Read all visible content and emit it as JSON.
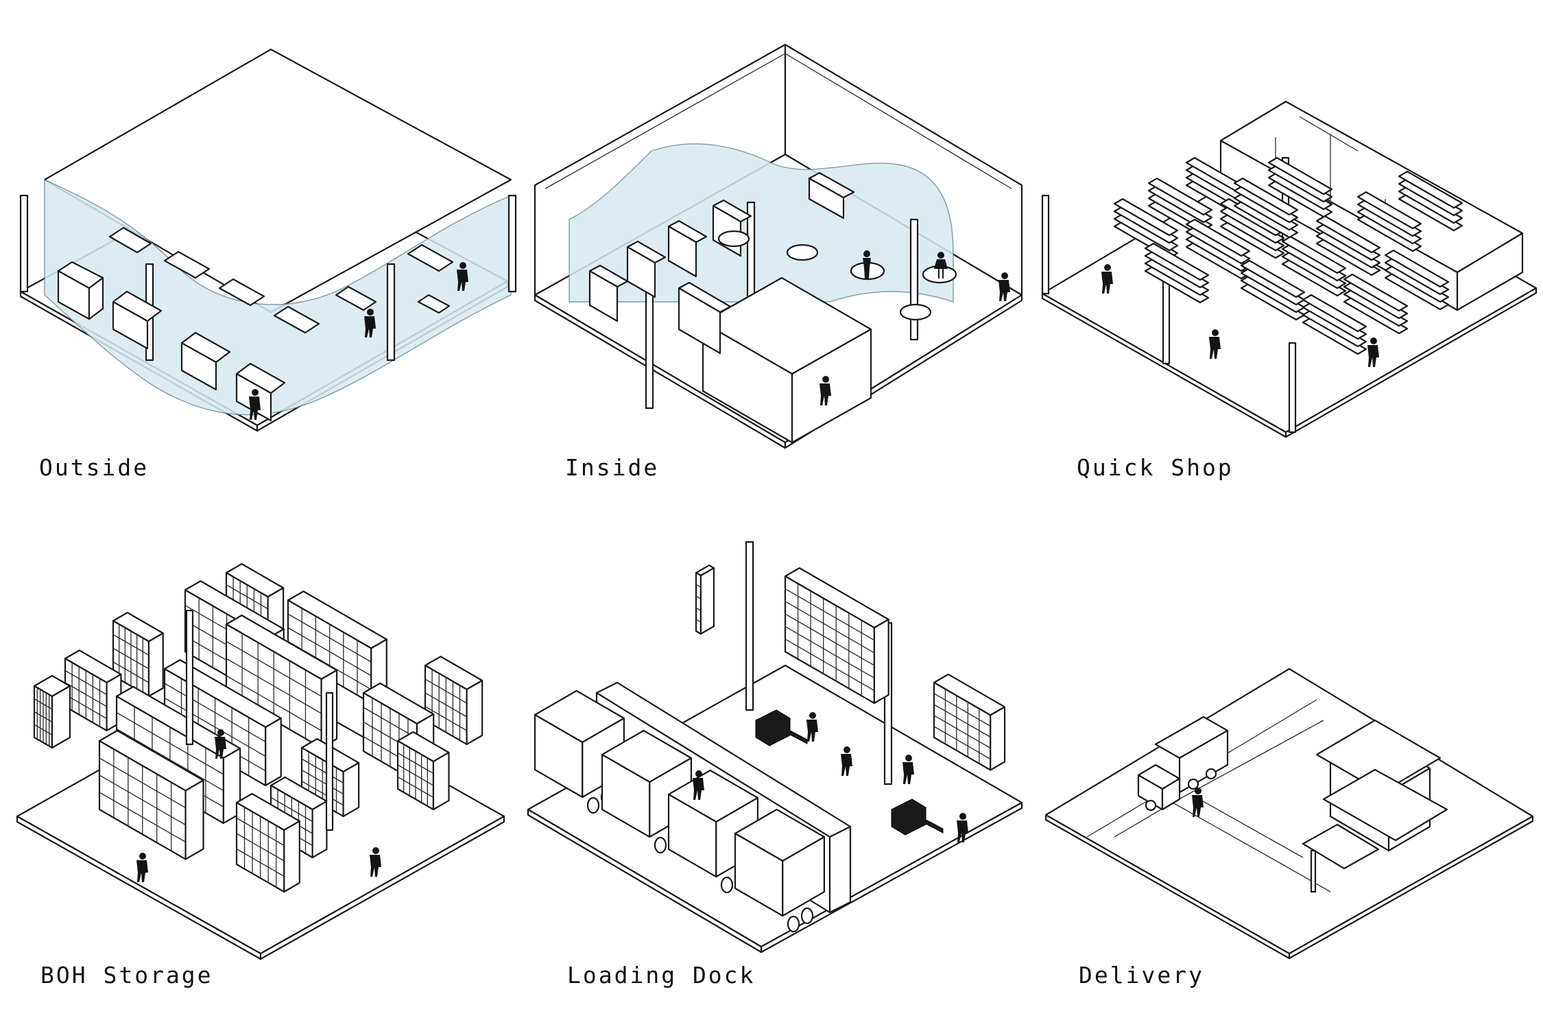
{
  "panels": [
    {
      "id": "outside",
      "label": "Outside"
    },
    {
      "id": "inside",
      "label": "Inside"
    },
    {
      "id": "quick-shop",
      "label": "Quick Shop"
    },
    {
      "id": "boh-storage",
      "label": "BOH Storage"
    },
    {
      "id": "loading-dock",
      "label": "Loading Dock"
    },
    {
      "id": "delivery",
      "label": "Delivery"
    }
  ],
  "colors": {
    "glass": "#d8e9f1",
    "line": "#1a1a1a",
    "figure": "#141414",
    "background": "#ffffff"
  }
}
